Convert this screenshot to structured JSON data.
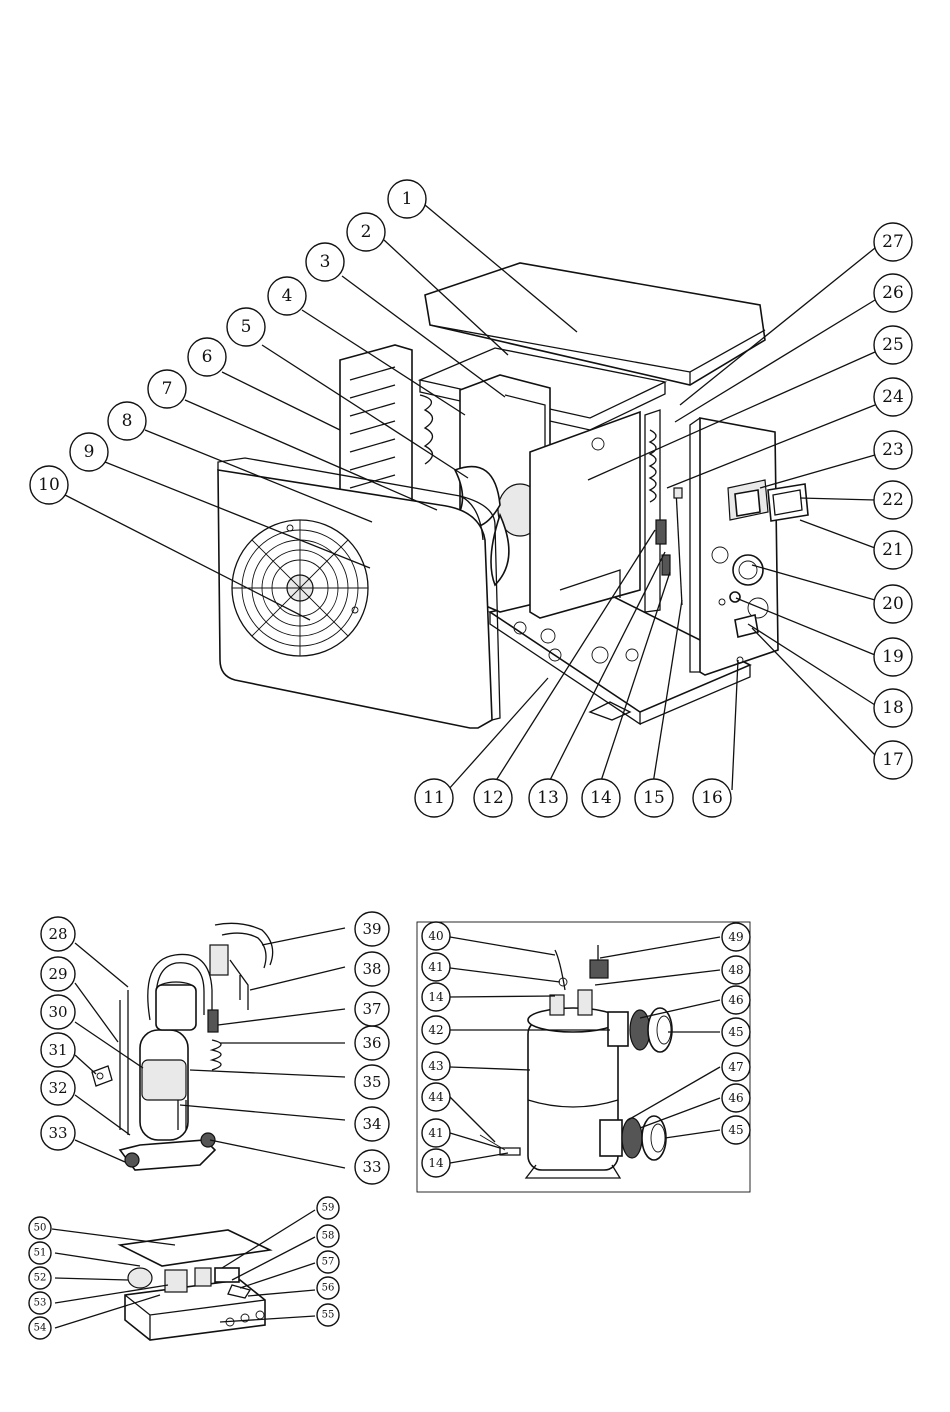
{
  "figures": [
    {
      "id": "main-unit",
      "callouts": [
        "1",
        "2",
        "3",
        "4",
        "5",
        "6",
        "7",
        "8",
        "9",
        "10",
        "11",
        "12",
        "13",
        "14",
        "15",
        "16",
        "17",
        "18",
        "19",
        "20",
        "21",
        "22",
        "23",
        "24",
        "25",
        "26",
        "27"
      ]
    },
    {
      "id": "compressor-assembly",
      "callouts": [
        "28",
        "29",
        "30",
        "31",
        "32",
        "33",
        "33",
        "34",
        "35",
        "36",
        "37",
        "38",
        "39"
      ]
    },
    {
      "id": "heat-exchanger",
      "callouts": [
        "40",
        "41",
        "14",
        "42",
        "43",
        "44",
        "41",
        "14",
        "49",
        "48",
        "46",
        "45",
        "47",
        "46",
        "45"
      ]
    },
    {
      "id": "control-box",
      "callouts": [
        "50",
        "51",
        "52",
        "53",
        "54",
        "59",
        "58",
        "57",
        "56",
        "55"
      ]
    }
  ]
}
